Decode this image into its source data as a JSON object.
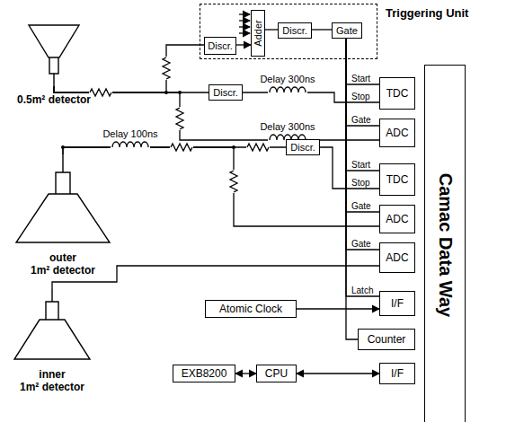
{
  "diagram": {
    "nodes": [
      {
        "text": [
          "Triggering Unit"
        ]
      },
      {
        "text": [
          "Discr."
        ],
        "in": 0
      },
      {
        "text": [
          "Adder"
        ],
        "in": 0
      },
      {
        "text": [
          "Discr."
        ],
        "in": 0
      },
      {
        "text": [
          "Gate"
        ],
        "in": 0
      },
      {
        "text": [
          "0.5m² detector"
        ]
      },
      {
        "text": [
          "Discr."
        ]
      },
      {
        "text": [
          "TDC"
        ]
      },
      {
        "text": [
          "ADC"
        ]
      },
      {
        "text": [
          "outer",
          "1m² detector"
        ]
      },
      {
        "text": [
          "Discr."
        ]
      },
      {
        "text": [
          "TDC"
        ]
      },
      {
        "text": [
          "ADC"
        ]
      },
      {
        "text": [
          "inner",
          "1m² detector"
        ]
      },
      {
        "text": [
          "ADC"
        ]
      },
      {
        "text": [
          "Atomic Clock"
        ]
      },
      {
        "text": [
          "I/F"
        ]
      },
      {
        "text": [
          "Counter"
        ]
      },
      {
        "text": [
          "EXB8200"
        ]
      },
      {
        "text": [
          "CPU"
        ]
      },
      {
        "text": [
          "I/F"
        ]
      },
      {
        "text": [
          "Camac Data Way"
        ]
      }
    ],
    "edges": [
      {
        "from": 1,
        "to": 2,
        "arrow": "to"
      },
      {
        "from": 2,
        "to": 3,
        "arrow": "none"
      },
      {
        "from": 3,
        "to": 4,
        "arrow": "none"
      },
      {
        "from": 5,
        "to": 1,
        "arrow": "none"
      },
      {
        "from": 5,
        "to": 6,
        "arrow": "none"
      },
      {
        "from": 6,
        "to": 7,
        "label": "Delay 300ns",
        "arrow": "none"
      },
      {
        "from": 5,
        "to": 8,
        "label": "Delay 300ns",
        "arrow": "none"
      },
      {
        "from": 4,
        "to": 7,
        "arrow": "none"
      },
      {
        "from": 4,
        "to": 8,
        "arrow": "none"
      },
      {
        "from": 9,
        "to": 10,
        "label": "Delay 100ns",
        "arrow": "none"
      },
      {
        "from": 10,
        "to": 11,
        "arrow": "none"
      },
      {
        "from": 9,
        "to": 12,
        "arrow": "none"
      },
      {
        "from": 4,
        "to": 11,
        "arrow": "none"
      },
      {
        "from": 4,
        "to": 12,
        "arrow": "none"
      },
      {
        "from": 13,
        "to": 14,
        "arrow": "none"
      },
      {
        "from": 4,
        "to": 14,
        "arrow": "none"
      },
      {
        "from": 4,
        "to": 16,
        "arrow": "none"
      },
      {
        "from": 15,
        "to": 16,
        "arrow": "to"
      },
      {
        "from": 4,
        "to": 17,
        "arrow": "none"
      },
      {
        "from": 18,
        "to": 19,
        "arrow": "both"
      },
      {
        "from": 19,
        "to": 20,
        "arrow": "both"
      }
    ],
    "labels": [
      "Start",
      "Stop",
      "Gate",
      "Start",
      "Stop",
      "Gate",
      "Gate",
      "Latch"
    ]
  }
}
